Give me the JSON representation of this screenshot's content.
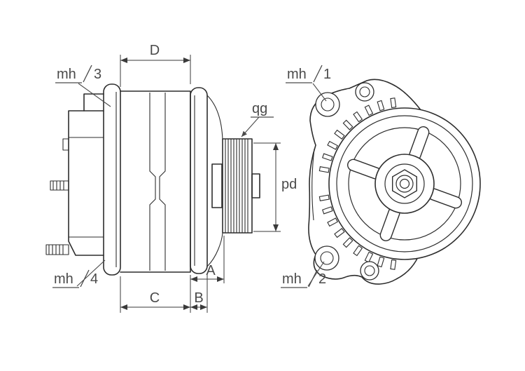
{
  "drawing": {
    "background_color": "#ffffff",
    "line_color": "#2d2d2d",
    "label_color": "#4a4a4a",
    "dimensions": {
      "d": "D",
      "a": "A",
      "b": "B",
      "c": "C",
      "pd": "pd",
      "qg": "qg"
    },
    "mounting_holes": {
      "prefix": "mh",
      "n1": "1",
      "n2": "2",
      "n3": "3",
      "n4": "4"
    }
  }
}
